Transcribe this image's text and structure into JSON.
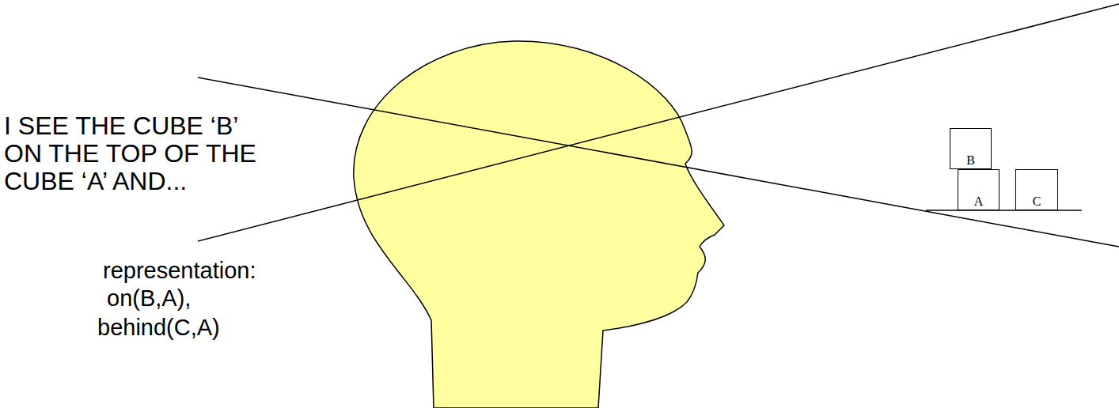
{
  "diagram": {
    "nodes": [
      {
        "text": [
          "B"
        ]
      },
      {
        "text": [
          "A"
        ]
      },
      {
        "text": [
          "C"
        ]
      }
    ],
    "labels": [
      "I SEE THE CUBE ‘B’",
      "ON THE TOP OF THE",
      "CUBE ‘A’ AND...",
      "representation:",
      "on(B,A),",
      "behind(C,A)"
    ]
  }
}
